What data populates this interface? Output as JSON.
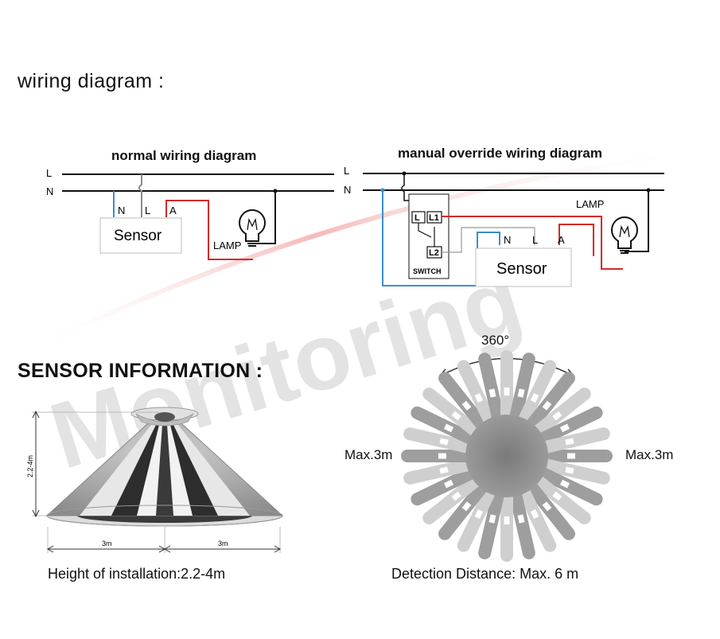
{
  "heading": "wiring diagram :",
  "normal": {
    "title": "normal wiring diagram",
    "line_L": "L",
    "line_N": "N",
    "sensor_label": "Sensor",
    "term_N": "N",
    "term_L": "L",
    "term_A": "A",
    "lamp_label": "LAMP"
  },
  "override": {
    "title": "manual override wiring diagram",
    "line_L": "L",
    "line_N": "N",
    "sensor_label": "Sensor",
    "term_N": "N",
    "term_L": "L",
    "term_A": "A",
    "lamp_label": "LAMP",
    "switch_L": "L",
    "switch_L1": "L1",
    "switch_L2": "L2",
    "switch_label": "SWITCH"
  },
  "watermark": "Monitoring",
  "sensor_info": {
    "heading": "SENSOR INFORMATION :",
    "height_dim": "2.2-4m",
    "width_left": "3m",
    "width_right": "3m",
    "height_caption": "Height of installation:2.2-4m",
    "angle": "360°",
    "max_left": "Max.3m",
    "max_right": "Max.3m",
    "detect_caption": "Detection Distance: Max. 6 m"
  },
  "colors": {
    "live_wire": "#d42a2a",
    "neutral_wire": "#3a8fd0",
    "wire": "#111111",
    "watermark": "#d8d8d8"
  }
}
